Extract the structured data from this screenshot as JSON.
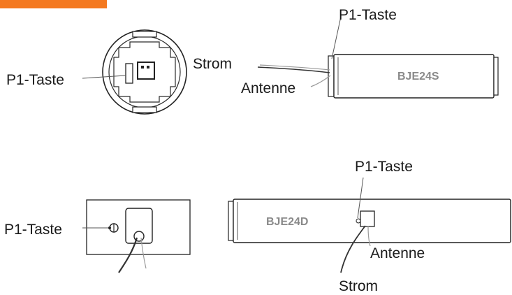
{
  "header": {
    "accent_color": "#f47920"
  },
  "top_left": {
    "button_label": "P1-Taste"
  },
  "top_right": {
    "model": "BJE24S",
    "button_label": "P1-Taste",
    "power_label": "Strom",
    "antenna_label": "Antenne"
  },
  "bottom_left": {
    "button_label": "P1-Taste"
  },
  "bottom_right": {
    "model": "BJE24D",
    "button_label": "P1-Taste",
    "antenna_label": "Antenne",
    "power_label": "Strom"
  }
}
